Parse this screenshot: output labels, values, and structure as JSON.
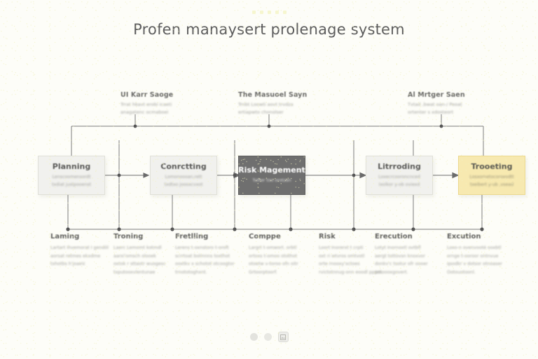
{
  "page": {
    "title": "Profen manaysert prolenage system",
    "background_color": "#fdfdf8",
    "top_dot_color": "#f6f6cf",
    "top_dot_count": 5
  },
  "callouts": [
    {
      "id": "callout-left",
      "title": "UI Karr Saoge",
      "body_line_1": "Trrat hkavt erobi icaeti",
      "body_line_2": "anagatenc ocmaboei"
    },
    {
      "id": "callout-center",
      "title": "The Masuoel Sayn",
      "body_line_1": "Trnbt Loowti aovt trvdza",
      "body_line_2": "ertiapwto chonolser"
    },
    {
      "id": "callout-right",
      "title": "Al Mrtger Saen",
      "body_line_1": "Tvtad ,bwat oan-/ Peoat",
      "body_line_2": "ortenter s xdosteort"
    }
  ],
  "nodes": [
    {
      "id": "node-planning",
      "title": "Planning",
      "sub_line_1": "Lenscoomensordt",
      "sub_line_2": "txdiat justpooenst",
      "style": "light",
      "fill": "#f1f1ee"
    },
    {
      "id": "node-conrctting",
      "title": "Conrctting",
      "sub_line_1": "Lomonoooan,rett",
      "sub_line_2": "txdtxo joooxcvxot",
      "style": "light",
      "fill": "#f1f1ee"
    },
    {
      "id": "node-risk-magement",
      "title": "Risk Magement",
      "sub_line_1": "Tutter too orotzan",
      "sub_line_2": "",
      "style": "dark",
      "fill": "#6f6f6f"
    },
    {
      "id": "node-litrroding",
      "title": "Litrroding",
      "sub_line_1": "Loxecrcooroncnced",
      "sub_line_2": "Ixolkor y-ob oviexd",
      "style": "light",
      "fill": "#f1f1ee"
    },
    {
      "id": "node-trooeting",
      "title": "Trooeting",
      "sub_line_1": "Losxornetocoroxodtt",
      "sub_line_2": "txeibert y-ub ,vsead",
      "style": "accent",
      "fill": "#f7e9b0"
    }
  ],
  "legend": [
    {
      "id": "legend-laming",
      "title": "Laming",
      "body_line_1": "Lartart Ihvemorat I gendöl",
      "body_line_2": "aorsat retmes ekxdme",
      "body_line_3": "txhotbs h'joaeV.",
      "body_line_4": ""
    },
    {
      "id": "legend-troning",
      "title": "Troning",
      "body_line_1": "Laerc Lemomt kotmdl",
      "body_line_2": "aarxi'omsch olooek",
      "body_line_3": "oxtok r sttaotr wuogesc",
      "body_line_4": "txputooxvlentunae"
    },
    {
      "id": "legend-fretlling",
      "title": "Fretlling",
      "body_line_1": "Lerens t-oxnstoro t-oroft",
      "body_line_2": "scrrtoat bolmnns toxthot",
      "body_line_3": "ooxtkv x schotot otcoogtor",
      "body_line_4": "trnototoghxnt."
    },
    {
      "id": "legend-comppe",
      "title": "Comppe",
      "body_line_1": "Largrt t-omwort. orbtl",
      "body_line_2": "ortoxs t-omoo otothot",
      "body_line_3": "otoetw v-toroo ofn oitr",
      "body_line_4": "Grtoorptoorf."
    },
    {
      "id": "legend-risk",
      "title": "Risk",
      "body_line_1": "Loort Inorerxt t crpti",
      "body_line_2": "oxt ri wtvros omtvotl",
      "body_line_3": "orte rnooxy'xctoes",
      "body_line_4": "rvictotnnug-onn eoodl pppol."
    },
    {
      "id": "legend-erecution",
      "title": "Erecution",
      "body_line_1": "Lotyt Inornoxtl ovtbfl",
      "body_line_2": "aergt tottovsn knoxvor",
      "body_line_3": "donkv'c tsotur ofr oooer",
      "body_line_4": "omoooxgovert."
    },
    {
      "id": "legend-excution",
      "title": "Excution",
      "body_line_1": "Loxo-n ovenvooté ooxbtl",
      "body_line_2": "ornge t-ooroor ontnvue",
      "body_line_3": "qsodkr v dotsor otnoaser",
      "body_line_4": "Ootouotoonl."
    }
  ],
  "pager": {
    "items": [
      {
        "id": "pager-dot-1",
        "type": "dot"
      },
      {
        "id": "pager-dot-2",
        "type": "dot"
      },
      {
        "id": "pager-box-3",
        "type": "box",
        "icon": "image-icon"
      }
    ]
  }
}
